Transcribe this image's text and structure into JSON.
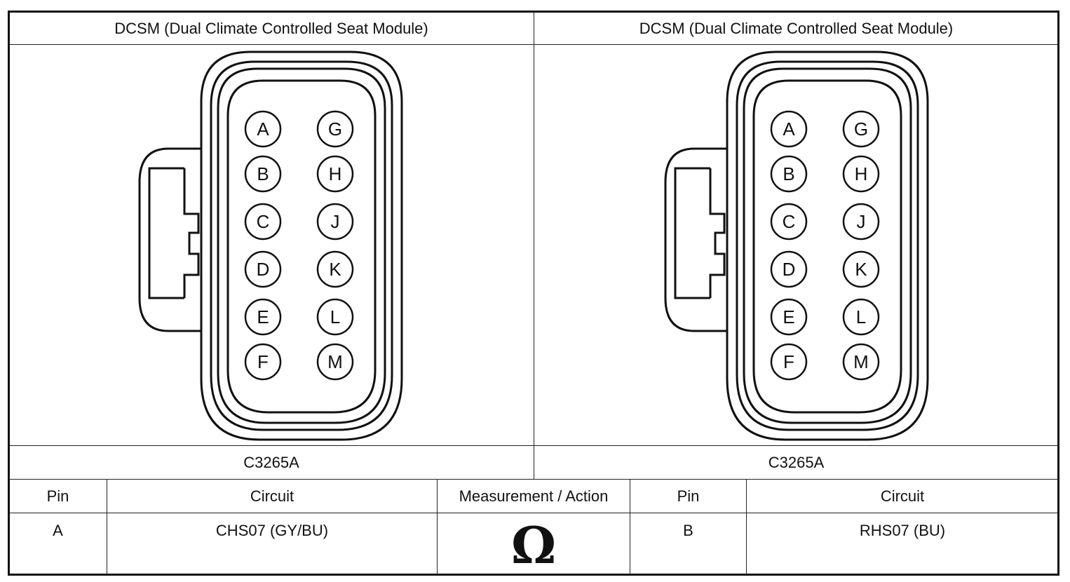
{
  "header": {
    "left_title": "DCSM (Dual Climate Controlled Seat Module)",
    "right_title": "DCSM (Dual Climate Controlled Seat Module)"
  },
  "connectors": {
    "left_id": "C3265A",
    "right_id": "C3265A",
    "pins_left_column": [
      "A",
      "B",
      "C",
      "D",
      "E",
      "F"
    ],
    "pins_right_column": [
      "G",
      "H",
      "J",
      "K",
      "L",
      "M"
    ]
  },
  "table": {
    "headers": {
      "pin1": "Pin",
      "circuit1": "Circuit",
      "measurement": "Measurement / Action",
      "pin2": "Pin",
      "circuit2": "Circuit"
    },
    "row": {
      "pin1": "A",
      "circuit1": "CHS07 (GY/BU)",
      "measurement_symbol": "Ω",
      "pin2": "B",
      "circuit2": "RHS07 (BU)"
    }
  }
}
